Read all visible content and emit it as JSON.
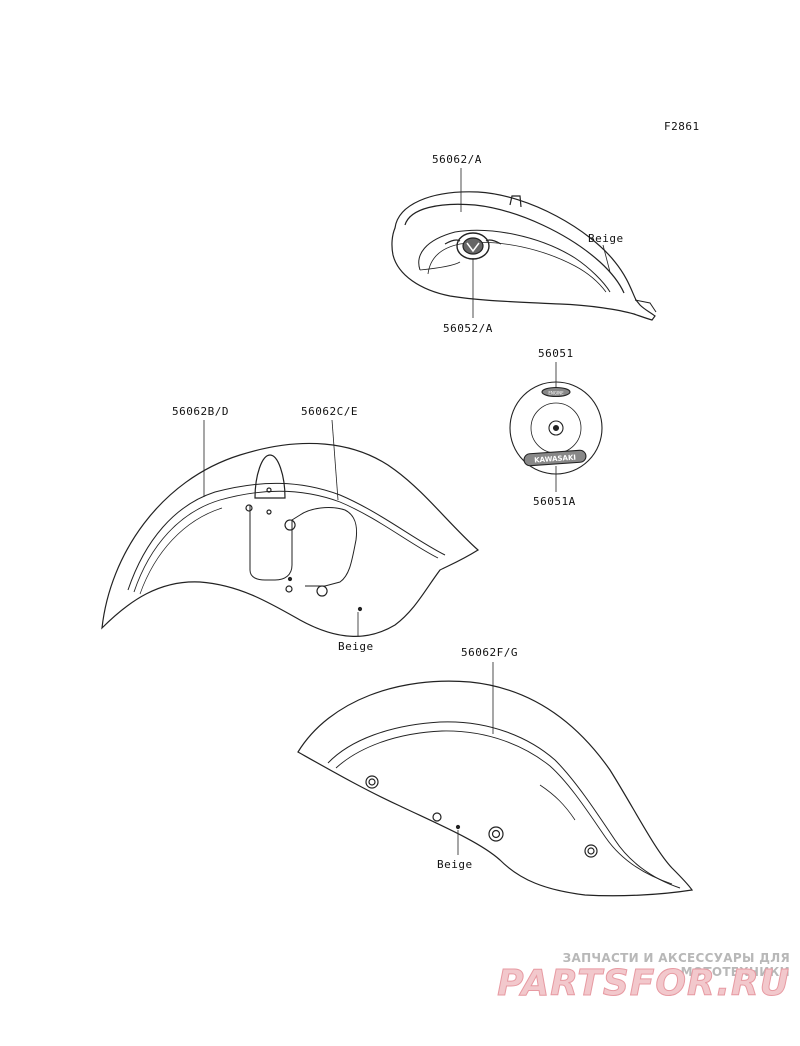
{
  "figure_code": "F2861",
  "labels": {
    "tank_upper": "56062/A",
    "tank_lower": "56052/A",
    "tank_color": "Beige",
    "emblem_top": "56051",
    "emblem_bottom": "56051A",
    "front_left": "56062B/D",
    "front_right": "56062C/E",
    "front_color": "Beige",
    "rear_top": "56062F/G",
    "rear_color": "Beige"
  },
  "emblem_text": {
    "top": "ENGINE",
    "bottom": "KAWASAKI"
  },
  "watermark": {
    "line1": "ЗАПЧАСТИ И АКСЕССУАРЫ ДЛЯ МОТОТЕХНИКИ",
    "line2": "PARTSFOR.RU"
  }
}
